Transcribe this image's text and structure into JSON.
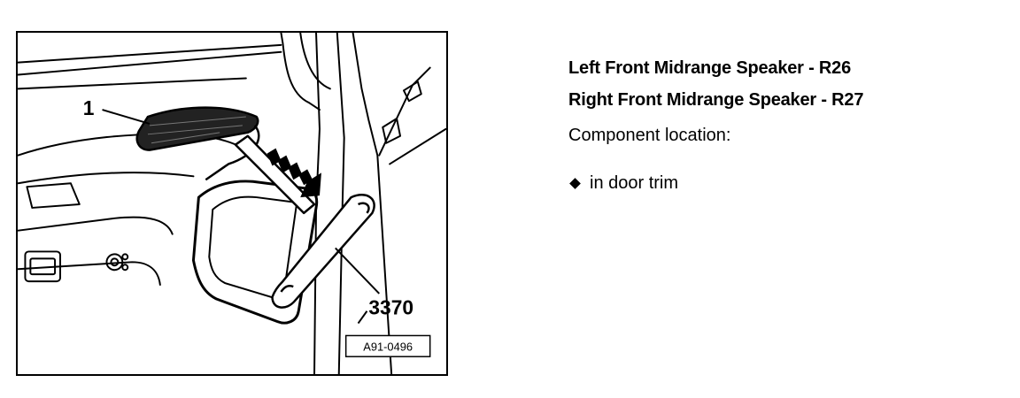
{
  "figure": {
    "callout_part": "1",
    "callout_tool": "3370",
    "ref_number": "A91-0496"
  },
  "text": {
    "heading_line1": "Left Front Midrange Speaker - R26",
    "heading_line2": "Right Front Midrange Speaker - R27",
    "subtitle": "Component location:",
    "bullets": [
      {
        "icon": "diamond-bullet-icon",
        "label": "in door trim"
      }
    ]
  }
}
